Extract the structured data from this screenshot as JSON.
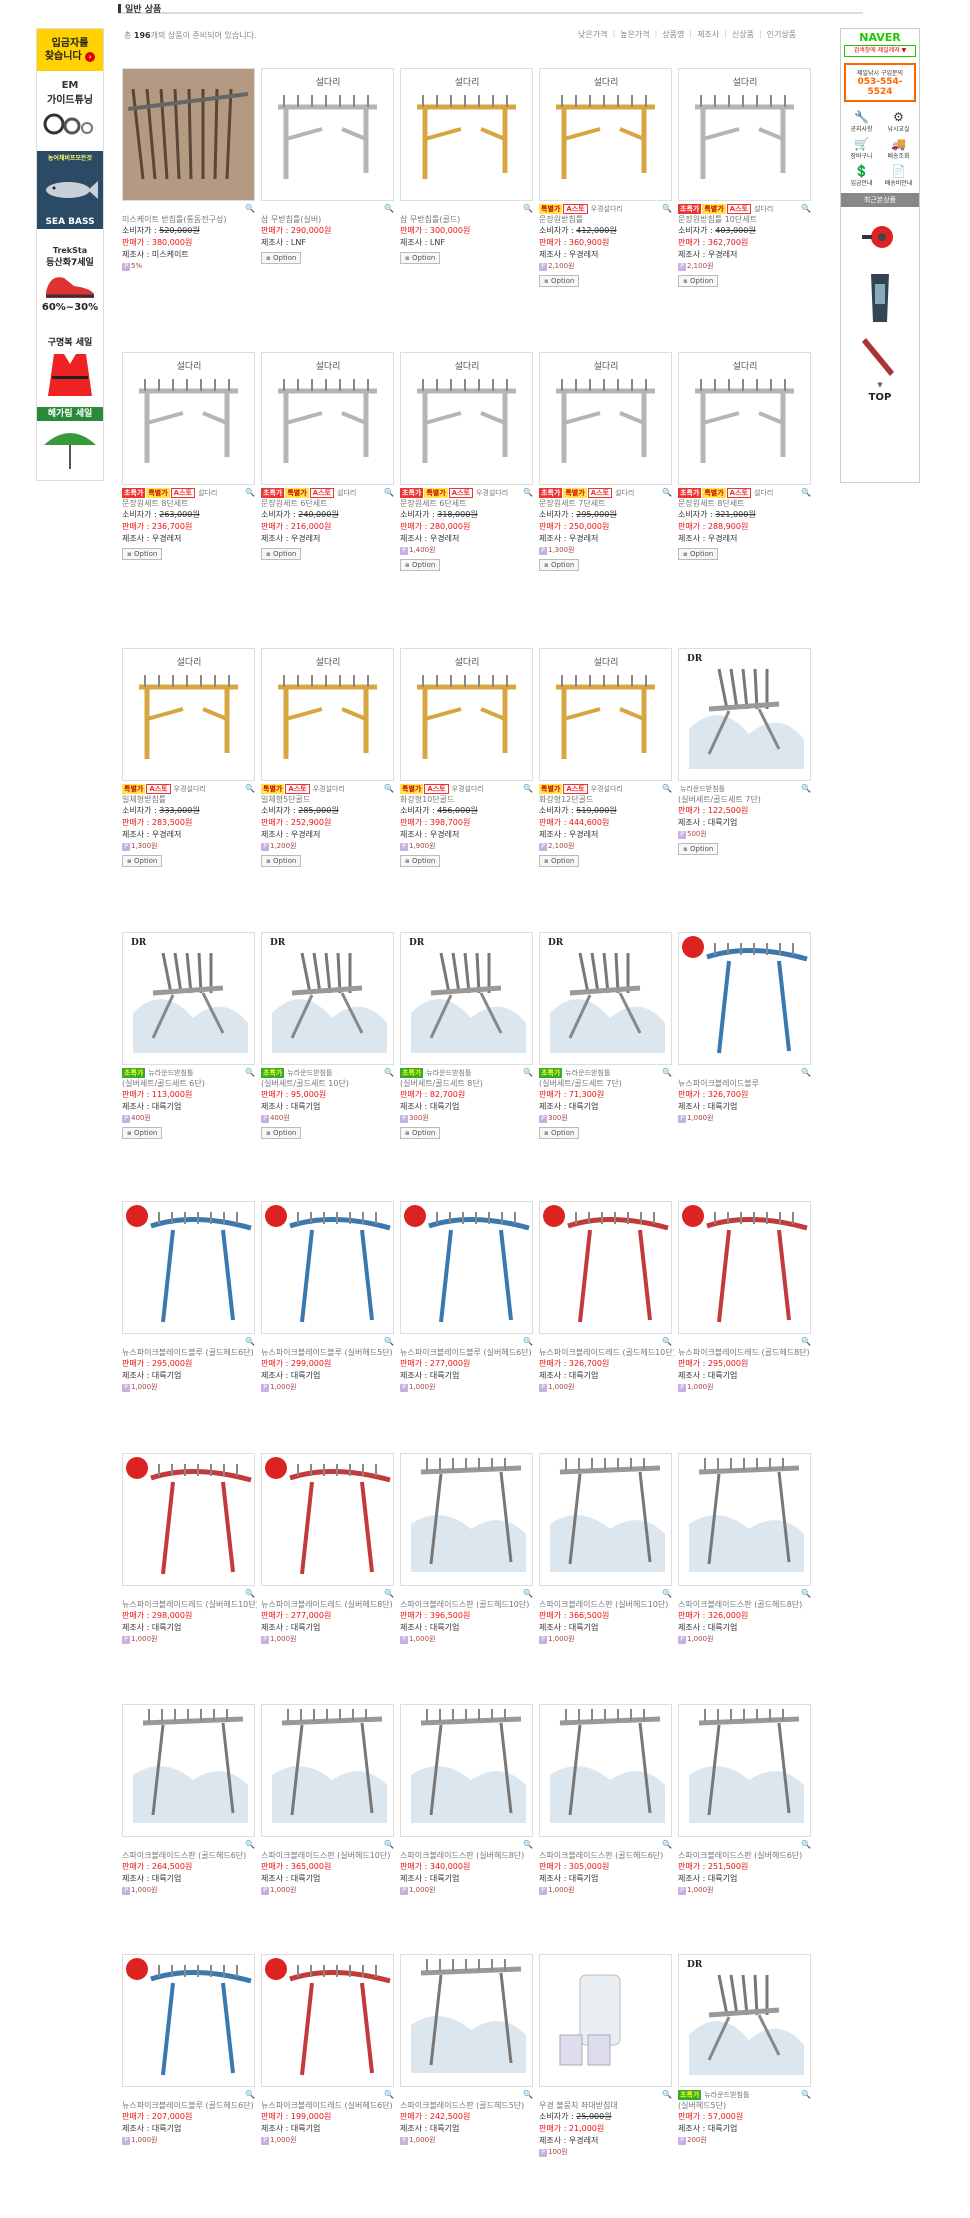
{
  "section_title": "일반 상품",
  "summary": {
    "pre": "총",
    "count": "196",
    "post": "개의 상품이 준비되어 있습니다."
  },
  "sort_options": [
    "낮은가격",
    "높은가격",
    "상품명",
    "제조사",
    "신상품",
    "인기상품"
  ],
  "left_banner": {
    "title": [
      "입금자를",
      "찾습니다"
    ],
    "em": "EM",
    "guide": "가이드튜닝",
    "promo": "농어채비프모든것",
    "seabass": "SEA BASS",
    "treksta": "TrekSta",
    "shoes": "등산화7세일",
    "discount": "60%~30%",
    "vest": "구명복 세일",
    "umbrella": "헤가림 세일"
  },
  "right_panel": {
    "naver": "NAVER",
    "naver_search": "검색창에 제일레저 ▼",
    "phone_label": "제일낚시 구입문의",
    "phone": "053-554-5524",
    "icons": [
      "공지사항",
      "낚시교실",
      "장바구니",
      "배송조회",
      "입금안내",
      "배송비안내"
    ],
    "recent_title": "최근본상품",
    "top": "TOP"
  },
  "labels": {
    "consumer": "소비자가 : ",
    "sale": "판매가 : ",
    "maker": "제조사 : ",
    "option": "Option",
    "zoom": "🔍"
  },
  "products": [
    {
      "img": "wood",
      "name": "미스케이트 받침틀(통돔전구성)",
      "consumer": "520,000원",
      "sale": "380,000원",
      "maker": "미스케이트",
      "point": "5%",
      "option": false,
      "badges": []
    },
    {
      "img": "silver",
      "name": "삼 무받침틀(실버)",
      "sale": "290,000원",
      "maker": "LNF",
      "option": true,
      "badges": []
    },
    {
      "img": "gold",
      "name": "삼 무받침틀(골드)",
      "sale": "300,000원",
      "maker": "LNF",
      "option": true,
      "badges": []
    },
    {
      "img": "gold",
      "name": "문장원받침틀",
      "consumer": "412,000원",
      "sale": "360,900원",
      "maker": "우경레저",
      "point": "2,100원",
      "option": true,
      "badges": [
        "yel:특별가",
        "box:A스토"
      ],
      "mk": "우경설다리"
    },
    {
      "img": "silver",
      "name": "문장원받침틀 10단세트",
      "consumer": "403,000원",
      "sale": "362,700원",
      "maker": "우경레저",
      "point": "2,100원",
      "option": true,
      "badges": [
        "red:초특가",
        "yel:특별가",
        "box:A스토"
      ],
      "mk": "설다리"
    },
    {
      "img": "silver",
      "name": "문장원세트 8단세트",
      "consumer": "263,000원",
      "sale": "236,700원",
      "maker": "우경레저",
      "option": true,
      "badges": [
        "red:초특가",
        "yel:특별가",
        "box:A스토"
      ],
      "mk": "설다리"
    },
    {
      "img": "silver",
      "name": "문장원세트 6단세트",
      "consumer": "240,000원",
      "sale": "216,000원",
      "maker": "우경레저",
      "option": true,
      "badges": [
        "red:초특가",
        "yel:특별가",
        "box:A스토"
      ],
      "mk": "설다리"
    },
    {
      "img": "silver",
      "name": "문장원세트 6단세트",
      "consumer": "318,000원",
      "sale": "280,000원",
      "maker": "우경레저",
      "point": "1,400원",
      "option": true,
      "badges": [
        "red:초특가",
        "yel:특별가",
        "box:A스토"
      ],
      "mk": "우경설다리"
    },
    {
      "img": "silver",
      "name": "문장원세트 7단세트",
      "consumer": "295,000원",
      "sale": "250,000원",
      "maker": "우경레저",
      "point": "1,300원",
      "option": true,
      "badges": [
        "red:초특가",
        "yel:특별가",
        "box:A스토"
      ],
      "mk": "설다리"
    },
    {
      "img": "silver",
      "name": "문장원세트 8단세트",
      "consumer": "321,000원",
      "sale": "288,900원",
      "maker": "우경레저",
      "option": true,
      "badges": [
        "red:초특가",
        "yel:특별가",
        "box:A스토"
      ],
      "mk": "설다리"
    },
    {
      "img": "gold",
      "name": "일체형받침틀",
      "consumer": "333,000원",
      "sale": "283,500원",
      "maker": "우경레저",
      "point": "1,300원",
      "option": true,
      "badges": [
        "yel:특별가",
        "box:A스토"
      ],
      "mk": "우경설다리"
    },
    {
      "img": "gold",
      "name": "일체형5단골드",
      "consumer": "285,000원",
      "sale": "252,900원",
      "maker": "우경레저",
      "point": "1,200원",
      "option": true,
      "badges": [
        "yel:특별가",
        "box:A스토"
      ],
      "mk": "우경설다리"
    },
    {
      "img": "gold",
      "name": "화강형10단골드",
      "consumer": "456,000원",
      "sale": "398,700원",
      "maker": "우경레저",
      "point": "1,900원",
      "option": true,
      "badges": [
        "yel:특별가",
        "box:A스토"
      ],
      "mk": "우경설다리"
    },
    {
      "img": "gold",
      "name": "화강형12단골드",
      "consumer": "519,000원",
      "sale": "444,600원",
      "maker": "우경레저",
      "point": "2,100원",
      "option": true,
      "badges": [
        "yel:특별가",
        "box:A스토"
      ],
      "mk": "우경설다리"
    },
    {
      "img": "round",
      "name": "(실버세트/골드세트 7단)",
      "sale": "122,500원",
      "maker": "대륙기업",
      "point": "500원",
      "option": true,
      "badges": [],
      "mk": "뉴라운드받침틀"
    },
    {
      "img": "round",
      "name": "(실버세트/골드세트 6단)",
      "sale": "113,000원",
      "maker": "대륙기업",
      "point": "400원",
      "option": true,
      "badges": [
        "grn:초특가"
      ],
      "mk": "뉴라운드받침틀"
    },
    {
      "img": "round",
      "name": "(실버세트/골드세트 10단)",
      "sale": "95,000원",
      "maker": "대륙기업",
      "point": "400원",
      "option": true,
      "badges": [
        "grn:초특가"
      ],
      "mk": "뉴라운드받침틀"
    },
    {
      "img": "round",
      "name": "(실버세트/골드세트 8단)",
      "sale": "82,700원",
      "maker": "대륙기업",
      "point": "300원",
      "option": true,
      "badges": [
        "grn:초특가"
      ],
      "mk": "뉴라운드받침틀"
    },
    {
      "img": "round",
      "name": "(실버세트/골드세트 7단)",
      "sale": "71,300원",
      "maker": "대륙기업",
      "point": "300원",
      "option": true,
      "badges": [
        "grn:초특가"
      ],
      "mk": "뉴라운드받침틀"
    },
    {
      "img": "blue",
      "name": "뉴스파이크블레이드블루",
      "sale": "326,700원",
      "maker": "대륙기업",
      "point": "1,000원",
      "option": false,
      "badges": []
    },
    {
      "img": "blue",
      "name": "뉴스파이크블레이드블루 (골드헤드6단)",
      "sale": "295,000원",
      "maker": "대륙기업",
      "point": "1,000원",
      "option": false,
      "badges": []
    },
    {
      "img": "blue",
      "name": "뉴스파이크블레이드블루 (실버헤드5단)",
      "sale": "299,000원",
      "maker": "대륙기업",
      "point": "1,000원",
      "option": false,
      "badges": []
    },
    {
      "img": "blue",
      "name": "뉴스파이크블레이드블루 (실버헤드6단)",
      "sale": "277,000원",
      "maker": "대륙기업",
      "point": "1,000원",
      "option": false,
      "badges": []
    },
    {
      "img": "red",
      "name": "뉴스파이크블레이드레드 (골드헤드10단)",
      "sale": "326,700원",
      "maker": "대륙기업",
      "point": "1,000원",
      "option": false,
      "badges": []
    },
    {
      "img": "red",
      "name": "뉴스파이크블레이드레드 (골드헤드8단)",
      "sale": "295,000원",
      "maker": "대륙기업",
      "point": "1,000원",
      "option": false,
      "badges": []
    },
    {
      "img": "red",
      "name": "뉴스파이크블레이드레드 (실버헤드10단)",
      "sale": "298,000원",
      "maker": "대륙기업",
      "point": "1,000원",
      "option": false,
      "badges": []
    },
    {
      "img": "red",
      "name": "뉴스파이크블레이드레드 (실버헤드8단)",
      "sale": "277,000원",
      "maker": "대륙기업",
      "point": "1,000원",
      "option": false,
      "badges": []
    },
    {
      "img": "spike",
      "name": "스파이크블레이드스판 (골드헤드10단)",
      "sale": "396,500원",
      "maker": "대륙기업",
      "point": "1,000원",
      "option": false,
      "badges": []
    },
    {
      "img": "spike",
      "name": "스파이크블레이드스판 (실버헤드10단)",
      "sale": "366,500원",
      "maker": "대륙기업",
      "point": "1,000원",
      "option": false,
      "badges": []
    },
    {
      "img": "spike",
      "name": "스파이크블레이드스판 (골드헤드8단)",
      "sale": "326,000원",
      "maker": "대륙기업",
      "point": "1,000원",
      "option": false,
      "badges": []
    },
    {
      "img": "spike",
      "name": "스파이크블레이드스판 (골드헤드6단)",
      "sale": "264,500원",
      "maker": "대륙기업",
      "point": "1,000원",
      "option": false,
      "badges": []
    },
    {
      "img": "spike",
      "name": "스파이크블레이드스판 (실버헤드10단)",
      "sale": "365,000원",
      "maker": "대륙기업",
      "point": "1,000원",
      "option": false,
      "badges": []
    },
    {
      "img": "spike",
      "name": "스파이크블레이드스판 (실버헤드8단)",
      "sale": "340,000원",
      "maker": "대륙기업",
      "point": "1,000원",
      "option": false,
      "badges": []
    },
    {
      "img": "spike",
      "name": "스파이크블레이드스판 (골드헤드6단)",
      "sale": "305,000원",
      "maker": "대륙기업",
      "point": "1,000원",
      "option": false,
      "badges": []
    },
    {
      "img": "spike",
      "name": "스파이크블레이드스판 (실버헤드6단)",
      "sale": "251,500원",
      "maker": "대륙기업",
      "point": "1,000원",
      "option": false,
      "badges": []
    },
    {
      "img": "blue",
      "name": "뉴스파이크블레이드블루 (골드헤드6단)",
      "sale": "207,000원",
      "maker": "대륙기업",
      "point": "1,000원",
      "option": false,
      "badges": []
    },
    {
      "img": "red",
      "name": "뉴스파이크블레이드레드 (실버헤드6단)",
      "sale": "199,000원",
      "maker": "대륙기업",
      "point": "1,000원",
      "option": false,
      "badges": []
    },
    {
      "img": "spike",
      "name": "스파이크블레이드스판 (골드헤드5단)",
      "sale": "242,500원",
      "maker": "대륙기업",
      "point": "1,000원",
      "option": false,
      "badges": []
    },
    {
      "img": "white",
      "name": "우경 볼뭉치 좌대받침대",
      "consumer": "25,000원",
      "sale": "21,000원",
      "maker": "우경레저",
      "point": "100원",
      "option": false,
      "badges": []
    },
    {
      "img": "round",
      "name": "(실버헤드5단)",
      "sale": "57,000원",
      "maker": "대륙기업",
      "point": "200원",
      "option": false,
      "badges": [
        "grn:초특가"
      ],
      "mk": "뉴라운드받침틀"
    }
  ]
}
